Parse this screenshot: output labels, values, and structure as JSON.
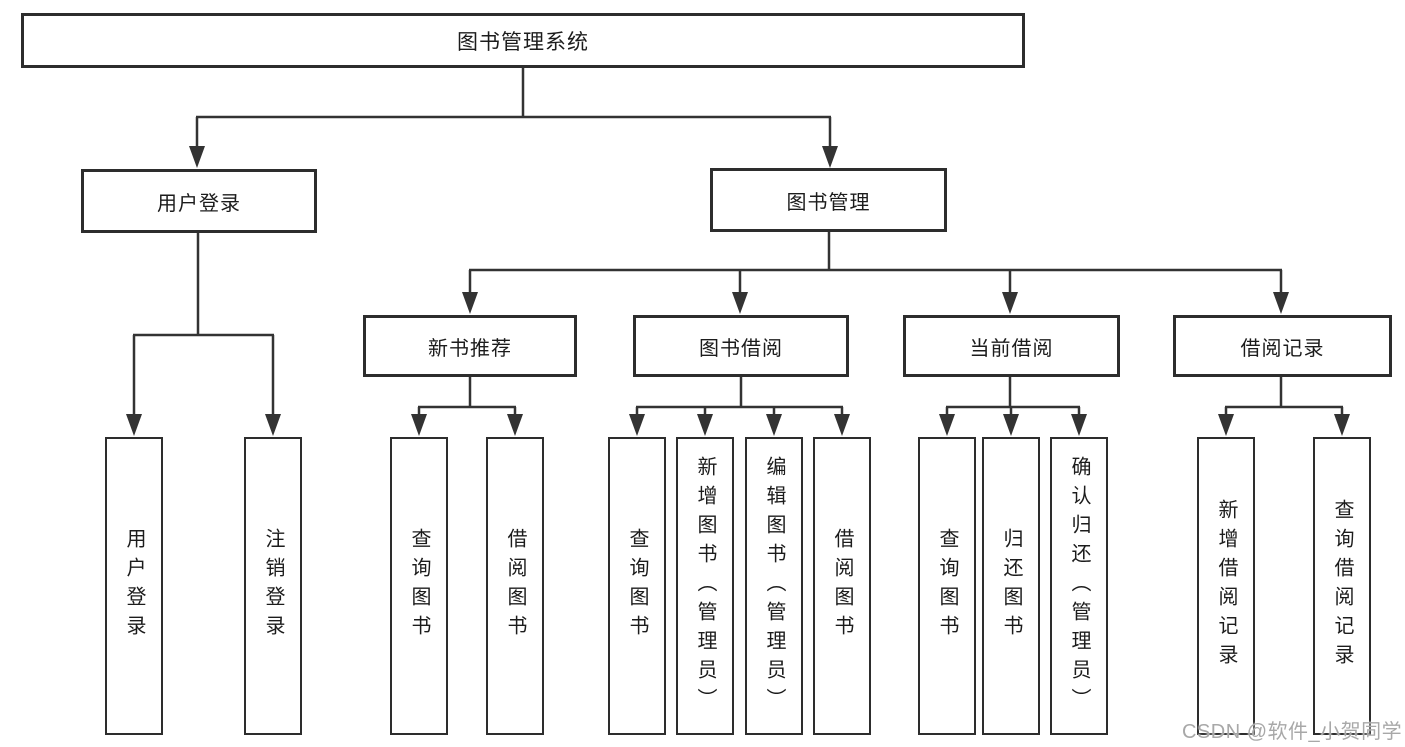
{
  "diagram": {
    "root": {
      "label": "图书管理系统"
    },
    "branches": [
      {
        "label": "用户登录",
        "children": [
          "用户登录",
          "注销登录"
        ]
      },
      {
        "label": "图书管理",
        "sections": [
          {
            "label": "新书推荐",
            "children": [
              "查询图书",
              "借阅图书"
            ]
          },
          {
            "label": "图书借阅",
            "children": [
              "查询图书",
              "新增图书（管理员）",
              "编辑图书（管理员）",
              "借阅图书"
            ]
          },
          {
            "label": "当前借阅",
            "children": [
              "查询图书",
              "归还图书",
              "确认归还（管理员）"
            ]
          },
          {
            "label": "借阅记录",
            "children": [
              "新增借阅记录",
              "查询借阅记录"
            ]
          }
        ]
      }
    ]
  },
  "watermark": {
    "text": "CSDN @软件_小贺同学"
  },
  "colors": {
    "line": "#333333",
    "box_border": "#2d2d2d",
    "text": "#1c1c1c",
    "watermark": "#a8a8a8",
    "background": "#ffffff"
  }
}
